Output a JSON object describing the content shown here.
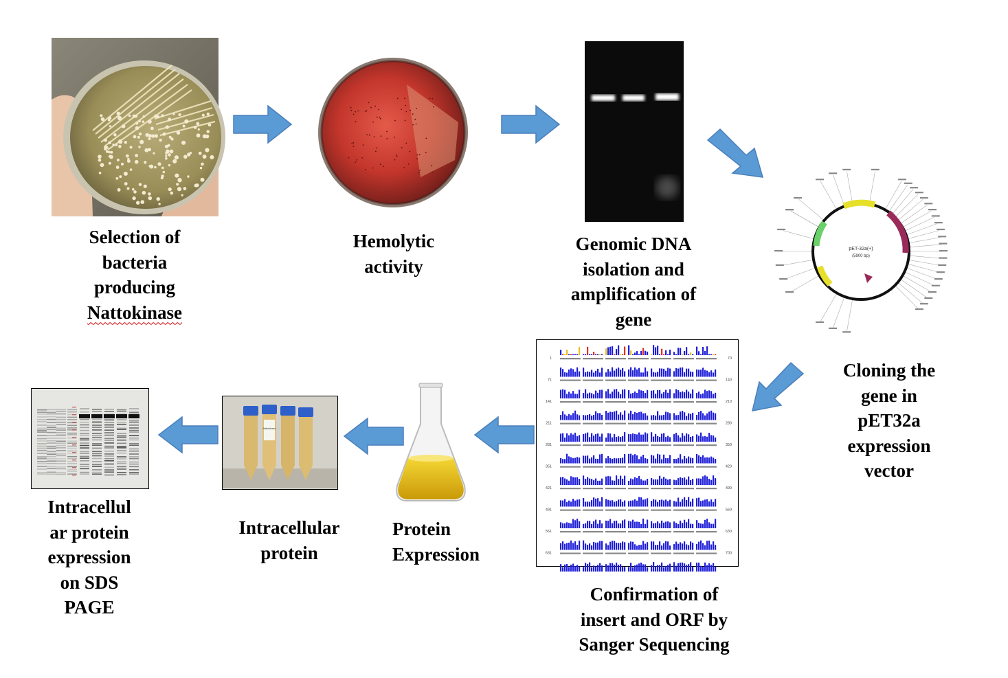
{
  "steps": {
    "selection": {
      "lines": [
        "Selection of",
        "bacteria",
        "producing",
        "Nattokinase"
      ]
    },
    "hemolytic": {
      "lines": [
        "Hemolytic",
        "activity"
      ]
    },
    "genomic": {
      "lines": [
        "Genomic DNA",
        "isolation and",
        "amplification of",
        "gene"
      ]
    },
    "cloning": {
      "lines": [
        "Cloning the",
        "gene in",
        "pET32a",
        "expression",
        "vector"
      ]
    },
    "sanger": {
      "lines": [
        "Confirmation of",
        "insert and ORF by",
        "Sanger Sequencing"
      ]
    },
    "expression": {
      "lines": [
        "Protein",
        "Expression"
      ]
    },
    "intracellular": {
      "lines": [
        "Intracellular",
        "protein"
      ]
    },
    "sds": {
      "lines": [
        "Intracellul",
        "ar protein",
        "expression",
        "on SDS",
        "PAGE"
      ]
    }
  },
  "plasmid": {
    "name": "pET-32a(+)",
    "size": "(5900 bp)"
  },
  "sequence": {
    "row_numbers": [
      "1",
      "71",
      "141",
      "211",
      "281",
      "351",
      "421",
      "491",
      "561",
      "631"
    ],
    "end_numbers": [
      "70",
      "140",
      "210",
      "280",
      "350",
      "420",
      "490",
      "560",
      "630",
      "700"
    ]
  },
  "tubes": {
    "label": "Nattokinase"
  },
  "colors": {
    "arrow": "#4a7ebb",
    "arrow_fill": "#5b9bd5",
    "bars": "#1f1fd8"
  }
}
